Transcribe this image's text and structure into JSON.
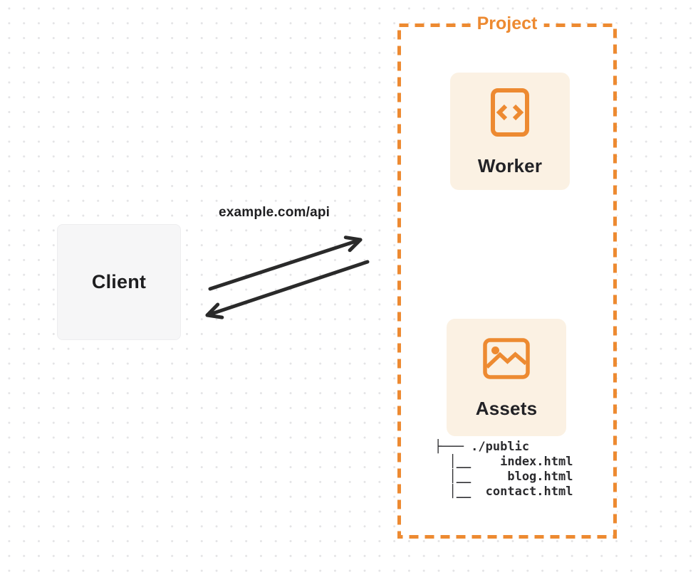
{
  "colors": {
    "accent_orange": "#ed8a31",
    "card_background": "#fbf1e3",
    "client_background": "#f6f6f7",
    "ink": "#262626",
    "dot_grid": "#e3e3e5"
  },
  "client": {
    "label": "Client"
  },
  "request": {
    "label": "example.com/api"
  },
  "project": {
    "label": "Project",
    "worker": {
      "label": "Worker",
      "icon": "code-file-icon"
    },
    "assets": {
      "label": "Assets",
      "icon": "image-icon"
    },
    "file_tree": [
      "├─── ./public",
      "  │__    index.html",
      "  │__     blog.html",
      "  │__  contact.html"
    ]
  }
}
